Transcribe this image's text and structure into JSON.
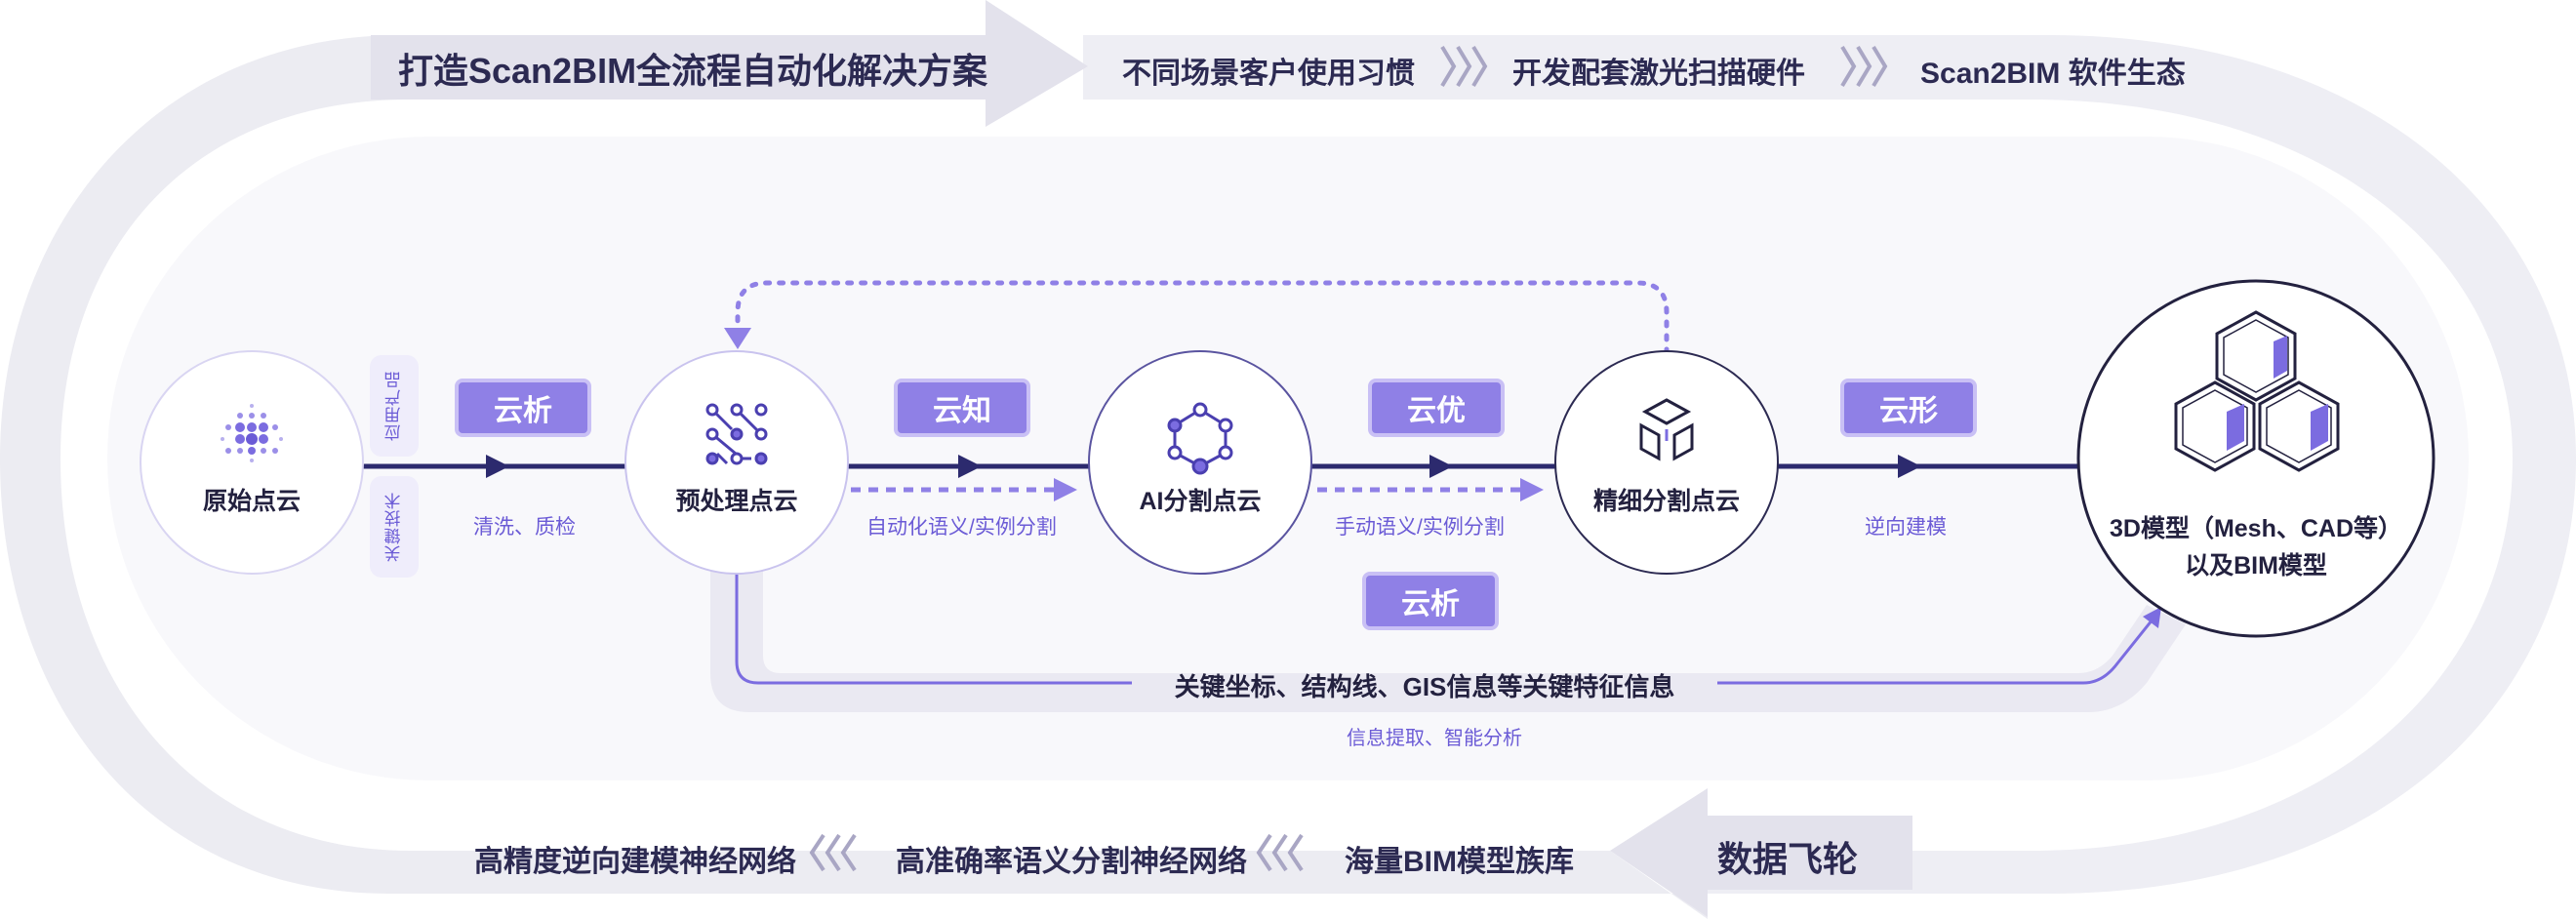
{
  "header": {
    "title": "打造Scan2BIM全流程自动化解决方案",
    "steps": [
      "不同场景客户使用习惯",
      "开发配套激光扫描硬件",
      "Scan2BIM 软件生态"
    ]
  },
  "tags": {
    "product": "应用产品",
    "tech": "关键技术"
  },
  "nodes": [
    {
      "label": "原始点云"
    },
    {
      "label": "预处理点云"
    },
    {
      "label": "AI分割点云"
    },
    {
      "label": "精细分割点云"
    },
    {
      "label": "3D模型（Mesh、CAD等）",
      "label2": "以及BIM模型"
    }
  ],
  "stages": [
    {
      "badge": "云析",
      "sub": "清洗、质检"
    },
    {
      "badge": "云知",
      "sub": "自动化语义/实例分割"
    },
    {
      "badge": "云优",
      "sub": "手动语义/实例分割"
    },
    {
      "badge": "云形",
      "sub": "逆向建模"
    }
  ],
  "info_path": {
    "badge": "云析",
    "label": "关键坐标、结构线、GIS信息等关键特征信息",
    "sub": "信息提取、智能分析"
  },
  "footer": {
    "title": "数据飞轮",
    "steps": [
      "高精度逆向建模神经网络",
      "高准确率语义分割神经网络",
      "海量BIM模型族库"
    ]
  },
  "colors": {
    "primary": "#2c2a6e",
    "accent": "#8f80e6",
    "light": "#efedfb"
  }
}
